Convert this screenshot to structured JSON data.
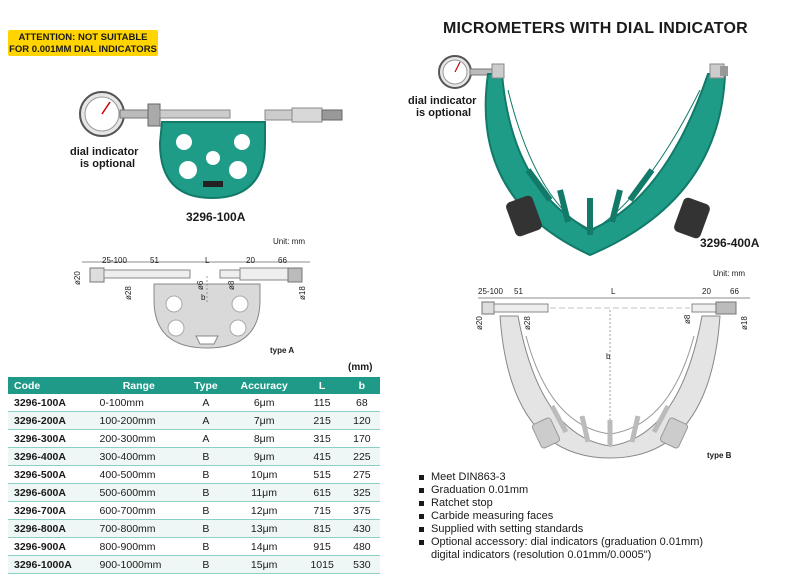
{
  "attention": {
    "line1": "ATTENTION: NOT SUITABLE",
    "line2": "FOR 0.001MM DIAL INDICATORS"
  },
  "title": "MICROMETERS WITH DIAL INDICATOR",
  "left_product": {
    "note_line1": "dial indicator",
    "note_line2": "is optional",
    "model": "3296-100A"
  },
  "right_product": {
    "note_line1": "dial indicator",
    "note_line2": "is optional",
    "model": "3296-400A"
  },
  "drawing_a": {
    "unit": "Unit: mm",
    "label": "type A",
    "dims": {
      "d1": "25-100",
      "d2": "51",
      "L": "L",
      "d3": "20",
      "d4": "66",
      "phi20": "ø20",
      "phi28": "ø28",
      "phi6": "ø6",
      "phi8": "ø8",
      "phi18": "ø18",
      "b": "b"
    }
  },
  "drawing_b": {
    "unit": "Unit: mm",
    "label": "type B",
    "dims": {
      "d1": "25-100",
      "d2": "51",
      "L": "L",
      "d3": "20",
      "d4": "66",
      "phi20": "ø20",
      "phi28": "ø28",
      "phi8": "ø8",
      "phi18": "ø18",
      "b": "b"
    }
  },
  "table": {
    "unit": "(mm)",
    "headers": [
      "Code",
      "Range",
      "Type",
      "Accuracy",
      "L",
      "b"
    ],
    "rows": [
      [
        "3296-100A",
        "0-100mm",
        "A",
        "6μm",
        "115",
        "68"
      ],
      [
        "3296-200A",
        "100-200mm",
        "A",
        "7μm",
        "215",
        "120"
      ],
      [
        "3296-300A",
        "200-300mm",
        "A",
        "8μm",
        "315",
        "170"
      ],
      [
        "3296-400A",
        "300-400mm",
        "B",
        "9μm",
        "415",
        "225"
      ],
      [
        "3296-500A",
        "400-500mm",
        "B",
        "10μm",
        "515",
        "275"
      ],
      [
        "3296-600A",
        "500-600mm",
        "B",
        "11μm",
        "615",
        "325"
      ],
      [
        "3296-700A",
        "600-700mm",
        "B",
        "12μm",
        "715",
        "375"
      ],
      [
        "3296-800A",
        "700-800mm",
        "B",
        "13μm",
        "815",
        "430"
      ],
      [
        "3296-900A",
        "800-900mm",
        "B",
        "14μm",
        "915",
        "480"
      ],
      [
        "3296-1000A",
        "900-1000mm",
        "B",
        "15μm",
        "1015",
        "530"
      ]
    ]
  },
  "features": [
    "Meet DIN863-3",
    "Graduation 0.01mm",
    "Ratchet stop",
    "Carbide measuring faces",
    "Supplied with setting standards",
    "Optional accessory: dial indicators (graduation 0.01mm)"
  ],
  "features_continuation": "digital indicators (resolution 0.01mm/0.0005\")",
  "colors": {
    "frame": "#1e9c88",
    "frame_dark": "#137a69",
    "header": "#1f9a88",
    "attention": "#ffd400"
  }
}
